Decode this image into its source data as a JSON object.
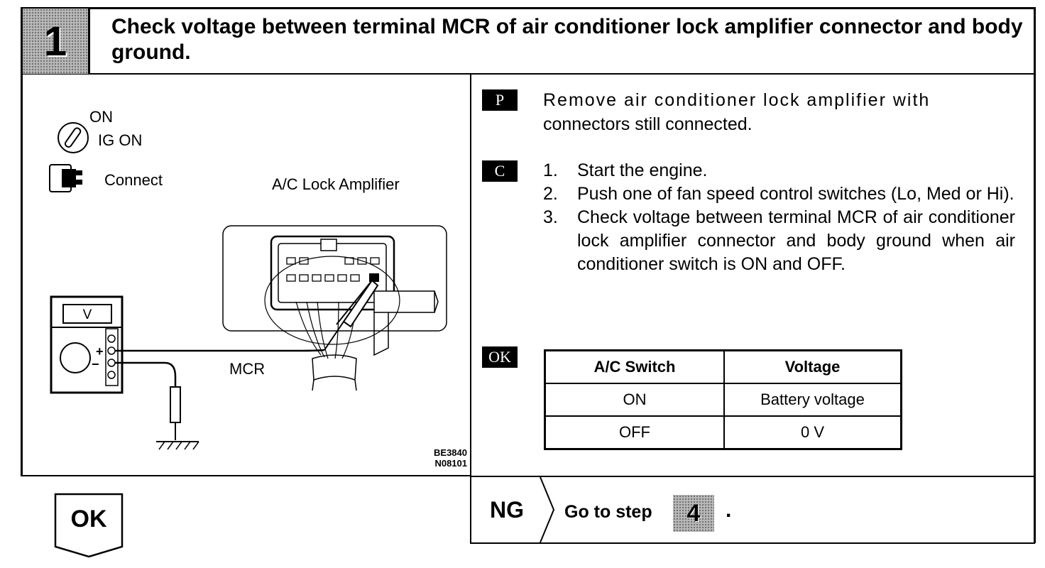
{
  "step": {
    "number": "1",
    "title": "Check voltage between terminal MCR of air conditioner lock amplifier connector and body ground."
  },
  "illustration": {
    "ignition_on": "ON",
    "ignition_label": "IG ON",
    "connect_label": "Connect",
    "amplifier_label": "A/C Lock Amplifier",
    "meter_unit": "V",
    "meter_plus": "+",
    "meter_minus": "−",
    "terminal_label": "MCR",
    "code_1": "BE3840",
    "code_2": "N08101"
  },
  "instructions": {
    "p_badge": "P",
    "p_line1": "Remove air conditioner lock amplifier with",
    "p_line2": "connectors still connected.",
    "c_badge": "C",
    "c_steps": [
      {
        "num": "1.",
        "text": "Start the engine."
      },
      {
        "num": "2.",
        "text": "Push one of fan speed control switches (Lo, Med or Hi)."
      },
      {
        "num": "3.",
        "text": "Check voltage between terminal MCR of air conditioner lock amplifier connector and body ground when air conditioner switch is ON and OFF."
      }
    ],
    "ok_badge": "OK"
  },
  "table": {
    "headers": [
      "A/C Switch",
      "Voltage"
    ],
    "rows": [
      [
        "ON",
        "Battery voltage"
      ],
      [
        "OFF",
        "0 V"
      ]
    ]
  },
  "result": {
    "ok_label": "OK",
    "ng_label": "NG",
    "goto_text": "Go to step",
    "goto_step": "4",
    "period": "."
  }
}
